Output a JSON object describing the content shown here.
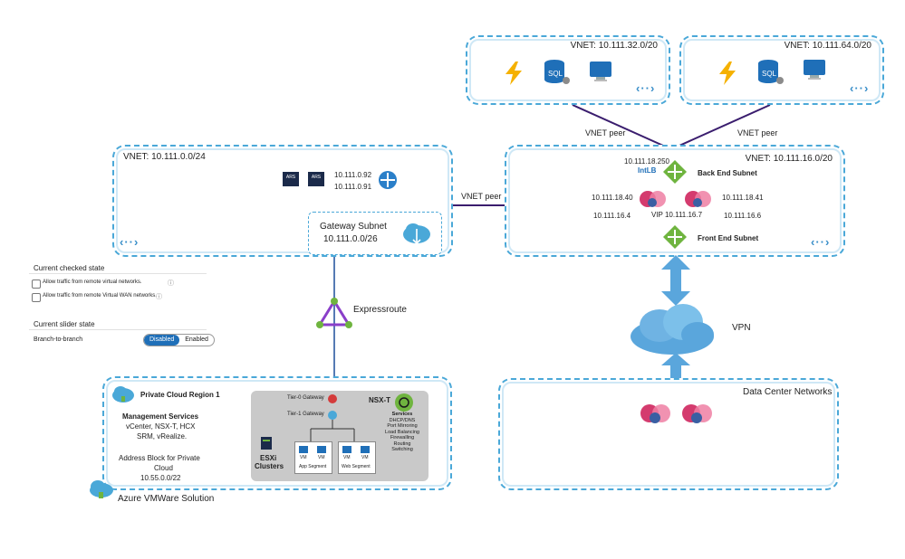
{
  "vnet_top_left": {
    "title": "VNET: 10.111.32.0/20"
  },
  "vnet_top_right": {
    "title": "VNET: 10.111.64.0/20"
  },
  "vnet_hub": {
    "title": "VNET: 10.111.0.0/24",
    "ars1": "ARS",
    "ars2": "ARS",
    "ip1": "10.111.0.92",
    "ip2": "10.111.0.91",
    "gateway_title": "Gateway Subnet",
    "gateway_cidr": "10.111.0.0/26"
  },
  "vnet_spoke": {
    "title": "VNET: 10.111.16.0/20",
    "intlb_ip": "10.111.18.250",
    "intlb": "IntLB",
    "back_end": "Back End Subnet",
    "ip_a": "10.111.18.40",
    "ip_b": "10.111.18.41",
    "ip_c": "10.111.16.4",
    "ip_d": "10.111.16.6",
    "vip": "VIP 10.111.16.7",
    "front_end": "Front End Subnet"
  },
  "peers": {
    "left": "VNET peer",
    "right": "VNET peer",
    "hub": "VNET peer"
  },
  "expressroute": "Expressroute",
  "vpn": "VPN",
  "datacenter": {
    "title": "Data Center Networks"
  },
  "settings": {
    "checked_heading": "Current checked state",
    "check1": "Allow traffic from remote virtual networks.",
    "check2": "Allow traffic from remote Virtual WAN networks.",
    "slider_heading": "Current slider state",
    "branch_label": "Branch-to-branch",
    "toggle_disabled": "Disabled",
    "toggle_enabled": "Enabled"
  },
  "private_cloud": {
    "region": "Private Cloud Region 1",
    "mgmt_title": "Management Services",
    "mgmt_line1": "vCenter, NSX-T, HCX",
    "mgmt_line2": "SRM, vRealize.",
    "addr_line1": "Address Block for Private",
    "addr_line2": "Cloud",
    "addr_cidr": "10.55.0.0/22",
    "footer": "Azure VMWare Solution",
    "tier0": "Tier-0 Gateway",
    "tier1": "Tier-1 Gateway",
    "nsxt": "NSX-T",
    "services_title": "Services",
    "services": [
      "DHCP/DNS",
      "Port Mirroring",
      "Load Balancing",
      "Firewalling",
      "Routing",
      "Switching"
    ],
    "esxi_line1": "ESXi",
    "esxi_line2": "Clusters",
    "vm1": "VM",
    "vm2": "VM",
    "vm3": "VM",
    "vm4": "VM",
    "app_segment": "App Segment",
    "web_segment": "Web Segment"
  },
  "colors": {
    "dashed_border": "#4aa8d8",
    "peer_line": "#3a1d6e",
    "arrow_blue": "#5aa6dc",
    "expressroute": "#8a3fc9",
    "green_node": "#6fb43f"
  }
}
